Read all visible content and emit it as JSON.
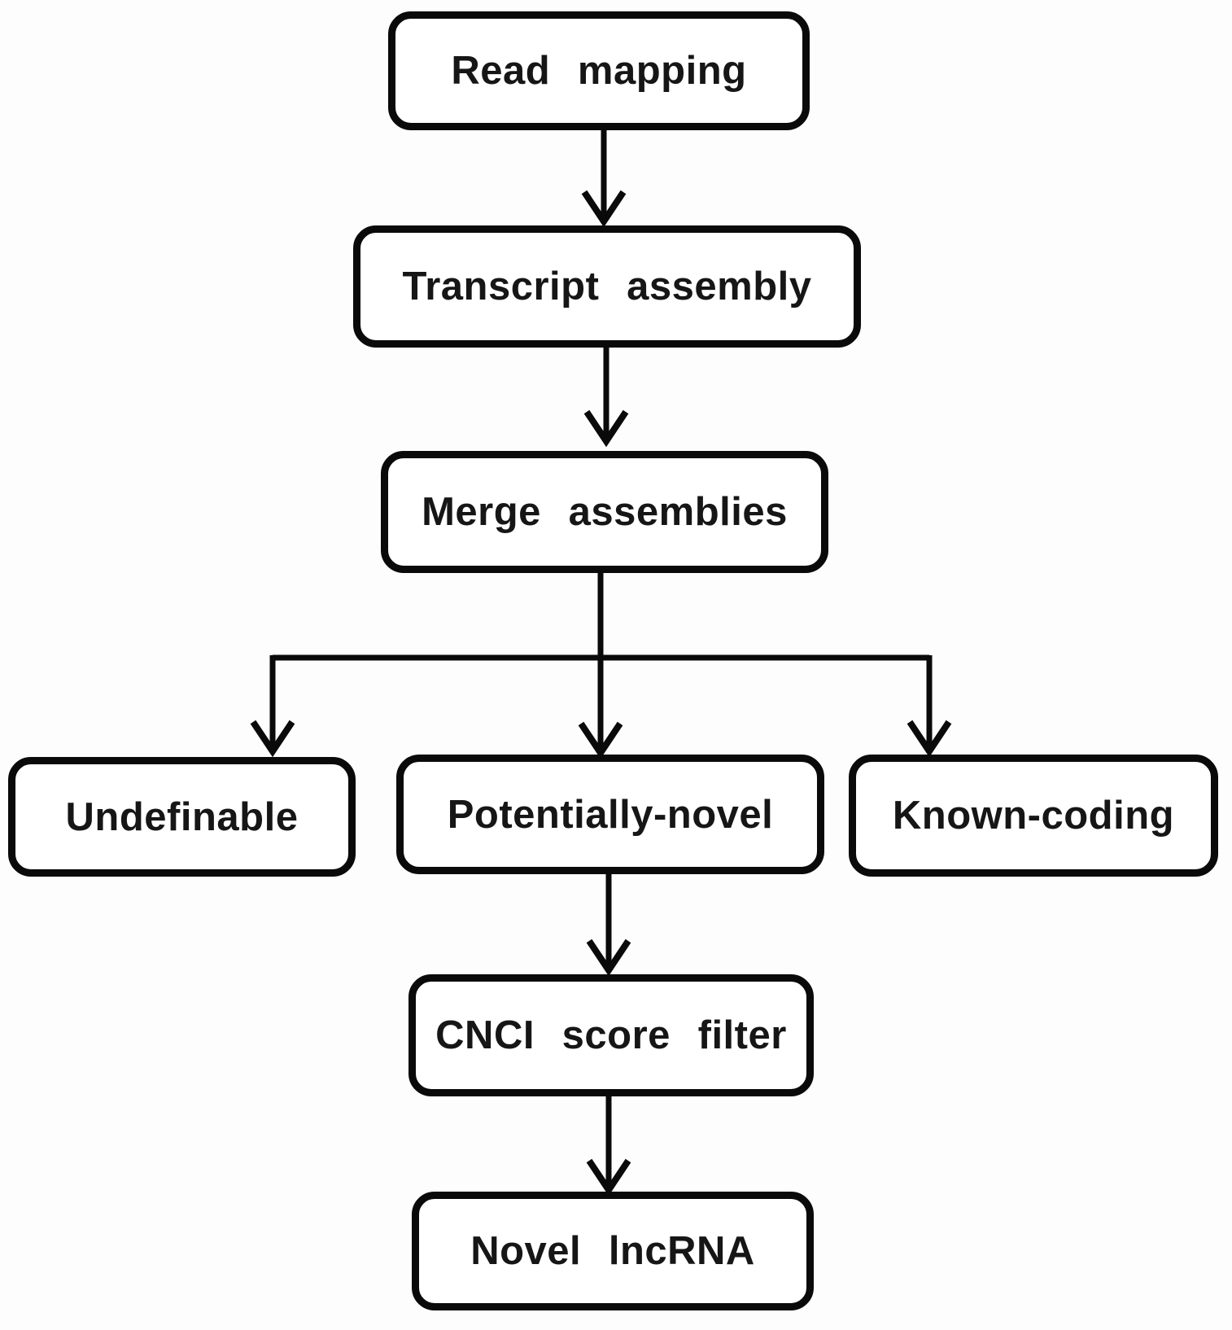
{
  "figure": {
    "type": "flowchart",
    "background_color": "#fdfdfd",
    "box_fill_color": "#ffffff",
    "box_border_color": "#0a0a0a",
    "text_color": "#161616",
    "connector_color": "#0a0a0a"
  },
  "nodes": {
    "read_mapping": {
      "label": "Read mapping"
    },
    "transcript_assembly": {
      "label": "Transcript assembly"
    },
    "merge_assemblies": {
      "label": "Merge assemblies"
    },
    "undefinable": {
      "label": "Undefinable"
    },
    "potentially_novel": {
      "label": "Potentially-novel"
    },
    "known_coding": {
      "label": "Known-coding"
    },
    "cnci_score_filter": {
      "label": "CNCI score filter"
    },
    "novel_lncrna": {
      "label": "Novel lncRNA"
    }
  },
  "edges": [
    {
      "from": "Read mapping",
      "to": "Transcript assembly"
    },
    {
      "from": "Transcript assembly",
      "to": "Merge assemblies"
    },
    {
      "from": "Merge assemblies",
      "to": "Undefinable"
    },
    {
      "from": "Merge assemblies",
      "to": "Potentially-novel"
    },
    {
      "from": "Merge assemblies",
      "to": "Known-coding"
    },
    {
      "from": "Potentially-novel",
      "to": "CNCI score filter"
    },
    {
      "from": "CNCI score filter",
      "to": "Novel lncRNA"
    }
  ]
}
